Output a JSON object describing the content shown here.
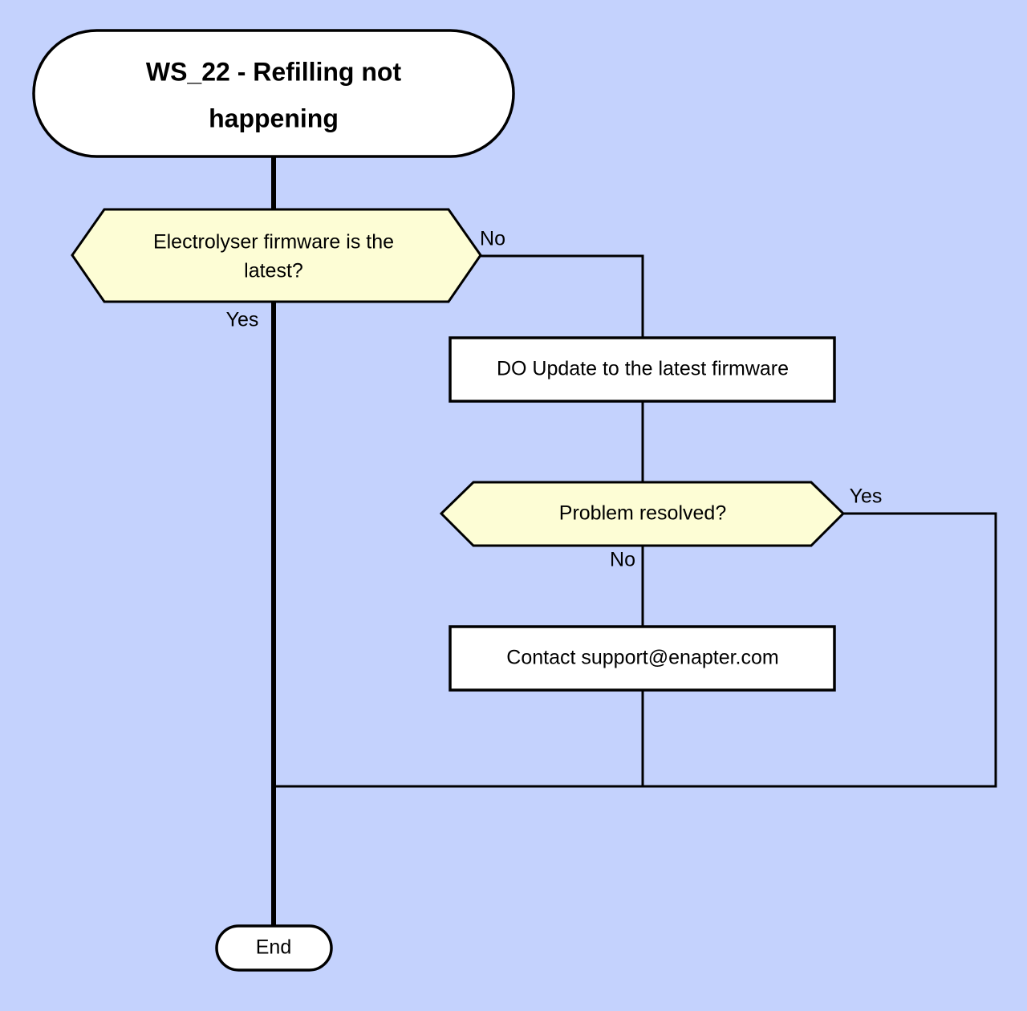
{
  "diagram": {
    "type": "flowchart",
    "title": "WS_22 - Refilling not happening",
    "background_color": "#c4d2fd",
    "decision_fill": "#fdfdd5",
    "process_fill": "#ffffff",
    "stroke_color": "#000000",
    "nodes": {
      "start": {
        "label": "WS_22 - Refilling not happening",
        "line1": "WS_22 - Refilling not",
        "line2": "happening",
        "shape": "stadium"
      },
      "decision_firmware": {
        "label": "Electrolyser firmware is the latest?",
        "line1": "Electrolyser firmware is the",
        "line2": "latest?",
        "shape": "hexagon"
      },
      "process_update": {
        "label": "DO Update to the latest firmware",
        "shape": "rectangle"
      },
      "decision_resolved": {
        "label": "Problem resolved?",
        "shape": "hexagon"
      },
      "process_contact": {
        "label": "Contact support@enapter.com",
        "shape": "rectangle"
      },
      "end": {
        "label": "End",
        "shape": "stadium"
      }
    },
    "edge_labels": {
      "firmware_no": "No",
      "firmware_yes": "Yes",
      "resolved_yes": "Yes",
      "resolved_no": "No"
    }
  }
}
